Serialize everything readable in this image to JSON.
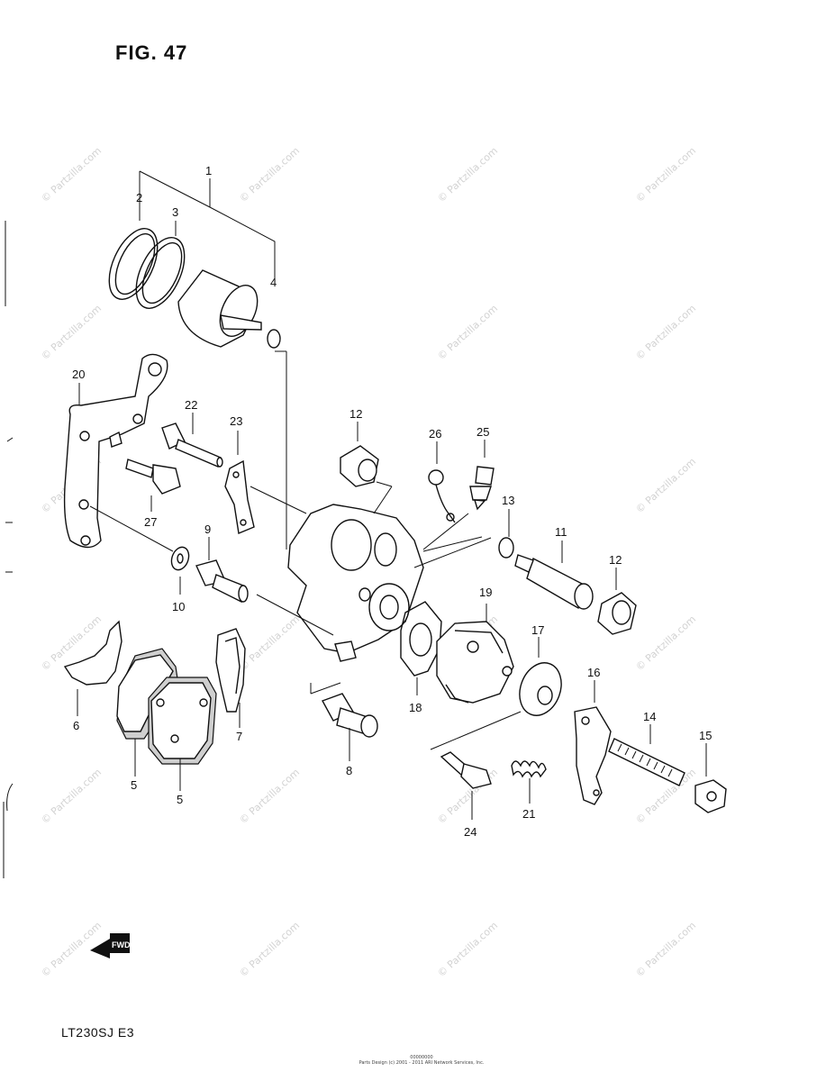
{
  "figure": {
    "title": "FIG. 47",
    "model": "LT230SJ E3",
    "watermark": "© Partzilla.com",
    "footer_line1": "00000000",
    "footer_line2": "Parts Design (c) 2001 - 2011 ARI Network Services, Inc.",
    "fwd_label": "FWD"
  },
  "callouts": {
    "c1": "1",
    "c2": "2",
    "c3": "3",
    "c4": "4",
    "c5a": "5",
    "c5b": "5",
    "c6": "6",
    "c7": "7",
    "c8": "8",
    "c9": "9",
    "c10": "10",
    "c11": "11",
    "c12a": "12",
    "c12b": "12",
    "c13": "13",
    "c14": "14",
    "c15": "15",
    "c16": "16",
    "c17": "17",
    "c18": "18",
    "c19": "19",
    "c20": "20",
    "c21": "21",
    "c22": "22",
    "c23": "23",
    "c24": "24",
    "c25": "25",
    "c26": "26",
    "c27": "27"
  }
}
